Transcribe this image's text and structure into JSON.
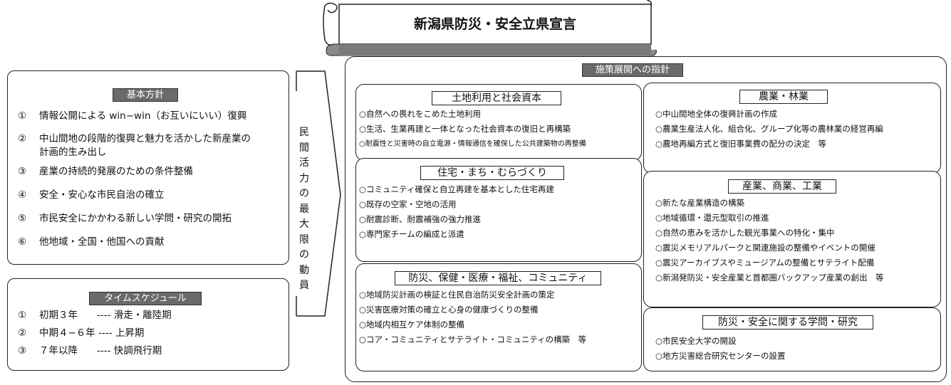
{
  "banner_title": "新潟県防災・安全立県宣言",
  "basic_policy": {
    "heading": "基本方針",
    "items": [
      {
        "num": "①",
        "text": "情報公開による win−win（お互いにいい）復興"
      },
      {
        "num": "②",
        "text": "中山間地の段階的復興と魅力を活かした新産業の",
        "text2": "計画的生み出し"
      },
      {
        "num": "③",
        "text": "産業の持続的発展のための条件整備"
      },
      {
        "num": "④",
        "text": "安全・安心な市民自治の確立"
      },
      {
        "num": "⑤",
        "text": "市民安全にかかわる新しい学問・研究の開拓"
      },
      {
        "num": "⑥",
        "text": "他地域・全国・他国への貢献"
      }
    ]
  },
  "schedule": {
    "heading": "タイムスケジュール",
    "items": [
      {
        "num": "①",
        "text": "初期３年　　---- 滑走・離陸期"
      },
      {
        "num": "②",
        "text": "中期４−６年 ---- 上昇期"
      },
      {
        "num": "③",
        "text": "７年以降　　---- 快調飛行期"
      }
    ]
  },
  "arrow_label": "民間活力の最大限の動員",
  "guidelines": {
    "heading": "施策展開への指針",
    "sections": {
      "land": {
        "title": "土地利用と社会資本",
        "items": [
          "○自然への畏れをこめた土地利用",
          "○生活、生業再建と一体となった社会資本の復旧と再構築",
          "○耐震性と災害時の自立電源・情報通信を確保した公共建築物の再整備"
        ]
      },
      "housing": {
        "title": "住宅・まち・むらづくり",
        "items": [
          "○コミュニティ確保と自立再建を基本とした住宅再建",
          "○既存の空家・空地の活用",
          "○耐震診断、耐震補強の強力推進",
          "○専門家チームの編成と派遣"
        ]
      },
      "welfare": {
        "title": "防災、保健・医療・福祉、コミュニティ",
        "items": [
          "○地域防災計画の検証と住民自治防災安全計画の策定",
          "○災害医療対策の確立と心身の健康づくりの整備",
          "○地域内相互ケア体制の整備",
          "○コア・コミュニティとサテライト・コミュニティの構築　等"
        ]
      },
      "agri": {
        "title": "農業・林業",
        "items": [
          "○中山間地全体の復興計画の作成",
          "○農業生産法人化、組合化、グループ化等の農林業の経営再編",
          "○農地再編方式と復旧事業費の配分の決定　等"
        ]
      },
      "industry": {
        "title": "産業、商業、工業",
        "items": [
          "○新たな産業構造の構築",
          "○地域循環・還元型取引の推進",
          "○自然の恵みを活かした観光事業への特化・集中",
          "○震災メモリアルパークと関連施設の整備やイベントの開催",
          "○震災アーカイブスやミュージアムの整備とサテライト配備",
          "○新潟発防災・安全産業と首都圏バックアップ産業の創出　等"
        ]
      },
      "research": {
        "title": "防災・安全に関する学問・研究",
        "items": [
          "○市民安全大学の開設",
          "○地方災害総合研究センターの設置"
        ]
      }
    }
  }
}
